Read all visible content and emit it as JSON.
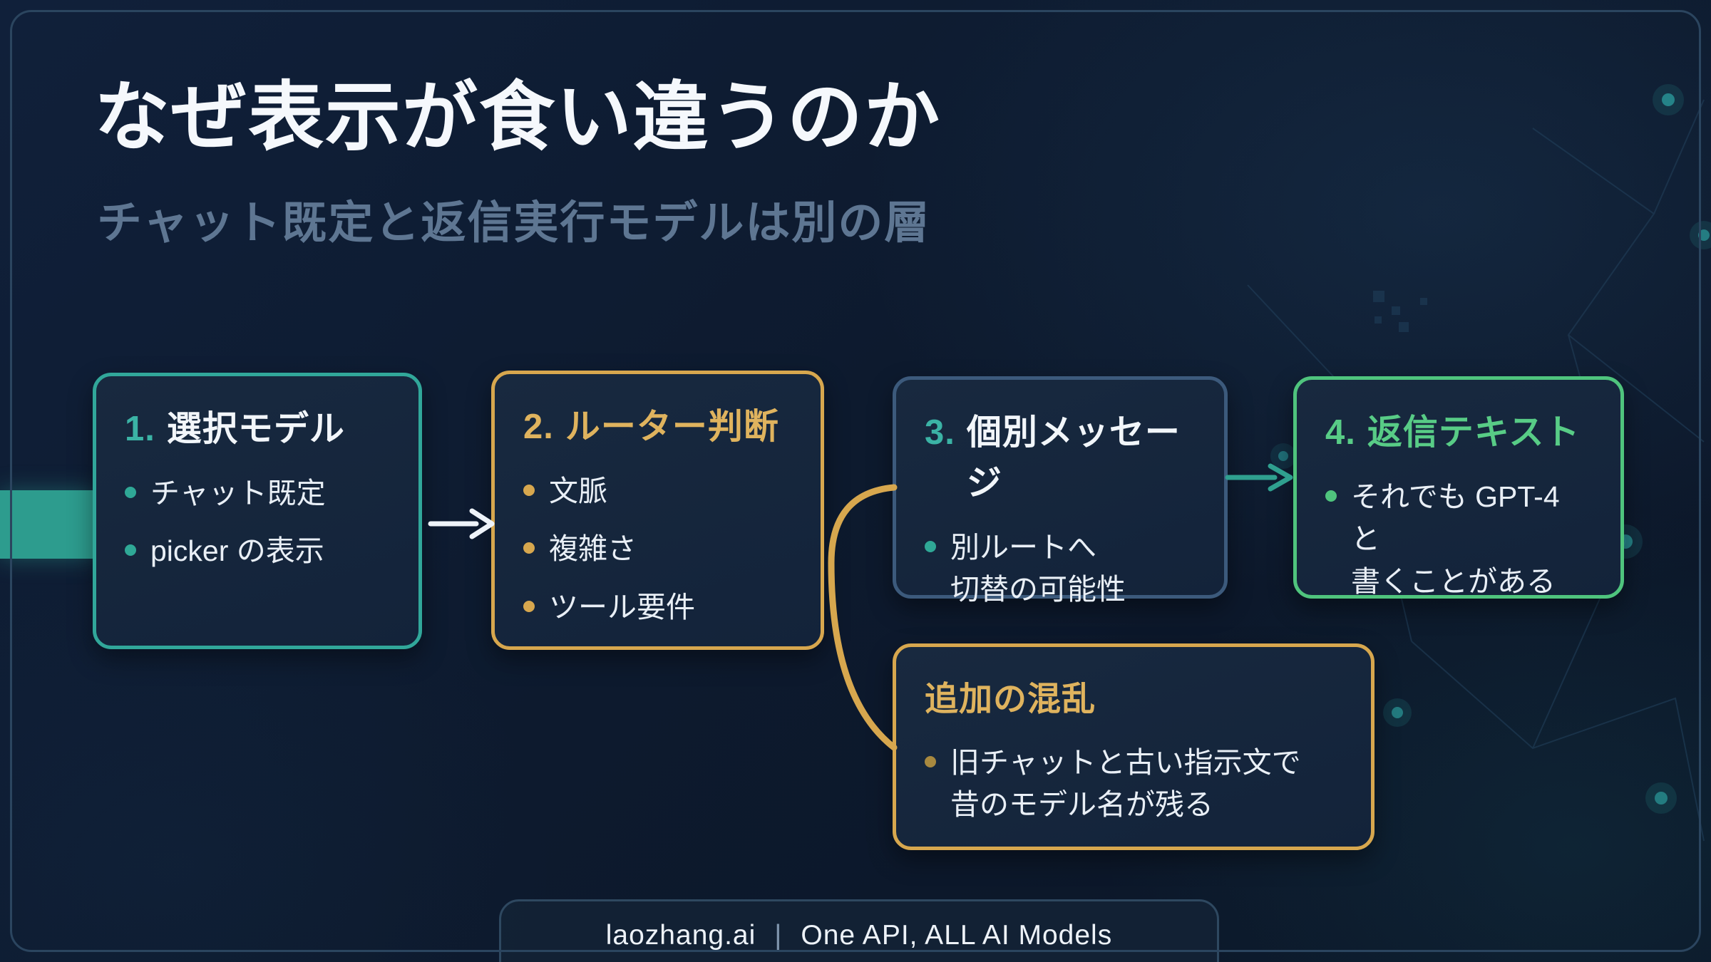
{
  "slide": {
    "title": "なぜ表示が食い違うのか",
    "subtitle": "チャット既定と返信実行モデルは別の層"
  },
  "boxes": [
    {
      "number": "1.",
      "title": "選択モデル",
      "bullets": [
        "チャット既定",
        "picker の表示"
      ],
      "colors": {
        "border": "#31a79a",
        "num": "#3bb3a5",
        "title": "#f2f6fa",
        "dot": "#2fa896"
      }
    },
    {
      "number": "2.",
      "title": "ルーター判断",
      "bullets": [
        "文脈",
        "複雑さ",
        "ツール要件"
      ],
      "colors": {
        "border": "#d7a74e",
        "num": "#dfb35e",
        "title": "#dfb35e",
        "dot": "#d7a74e"
      }
    },
    {
      "number": "3.",
      "title": "個別メッセージ",
      "bullets": [
        "別ルートへ\n切替の可能性"
      ],
      "colors": {
        "border": "#3c5a7c",
        "num": "#3bb3a5",
        "title": "#f2f6fa",
        "dot": "#2fa896"
      }
    },
    {
      "number": "4.",
      "title": "返信テキスト",
      "bullets": [
        "それでも GPT-4 と\n書くことがある"
      ],
      "colors": {
        "border": "#4fc47d",
        "num": "#58cc86",
        "title": "#58cc86",
        "dot": "#4fc47d"
      }
    }
  ],
  "extra_box": {
    "title": "追加の混乱",
    "bullets": [
      "旧チャットと古い指示文で\n昔のモデル名が残る"
    ],
    "colors": {
      "border": "#d7a74e",
      "num": "#dfb35e",
      "title": "#dfb35e",
      "dot": "#a8893f"
    }
  },
  "connectors": {
    "arrow_1_2_color": "#eef3f9",
    "branch_color": "#d7a74e",
    "arrow_3_4_color": "#2fa08f"
  },
  "footer": {
    "brand": "laozhang.ai",
    "divider": "|",
    "tagline": "One API, ALL AI Models"
  }
}
